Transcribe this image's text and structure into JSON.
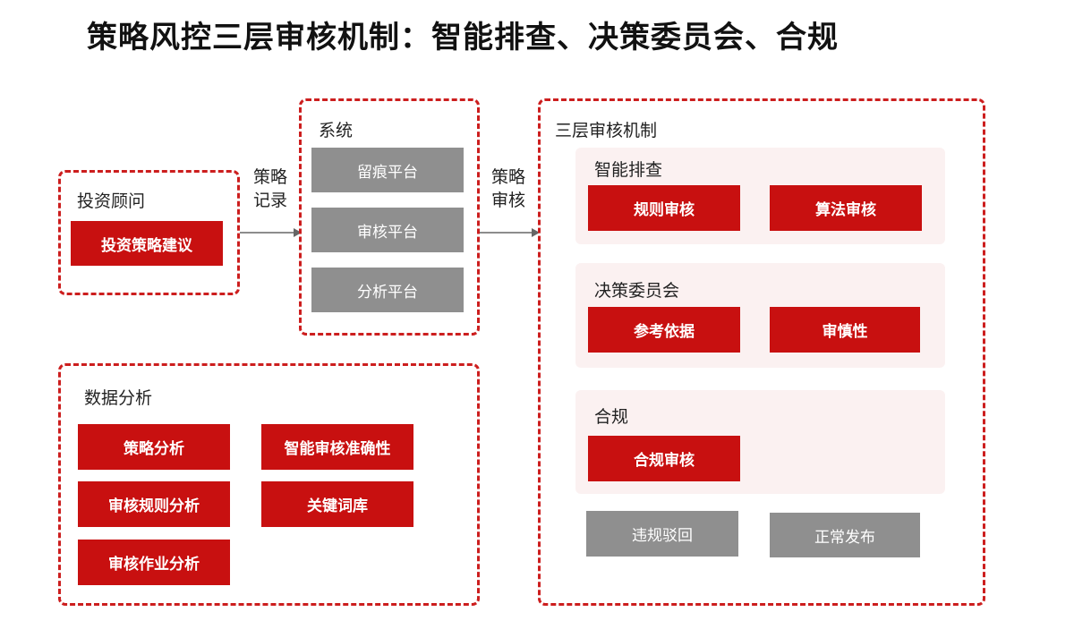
{
  "title": "策略风控三层审核机制：智能排查、决策委员会、合规",
  "colors": {
    "accent": "#c81010",
    "dashed_border": "#cc1e1e",
    "neutral": "#8f8f8f",
    "section_bg": "#fbf1f1"
  },
  "advisor": {
    "label": "投资顾问",
    "item": "投资策略建议"
  },
  "connector1": {
    "line1": "策略",
    "line2": "记录"
  },
  "system": {
    "label": "系统",
    "items": [
      "留痕平台",
      "审核平台",
      "分析平台"
    ]
  },
  "connector2": {
    "line1": "策略",
    "line2": "审核"
  },
  "mechanism": {
    "label": "三层审核机制",
    "smart": {
      "label": "智能排查",
      "items": [
        "规则审核",
        "算法审核"
      ]
    },
    "committee": {
      "label": "决策委员会",
      "items": [
        "参考依据",
        "审慎性"
      ]
    },
    "compliance": {
      "label": "合规",
      "items": [
        "合规审核"
      ]
    },
    "outcomes": [
      "违规驳回",
      "正常发布"
    ]
  },
  "analysis": {
    "label": "数据分析",
    "items": [
      "策略分析",
      "智能审核准确性",
      "审核规则分析",
      "关键词库",
      "审核作业分析"
    ]
  }
}
